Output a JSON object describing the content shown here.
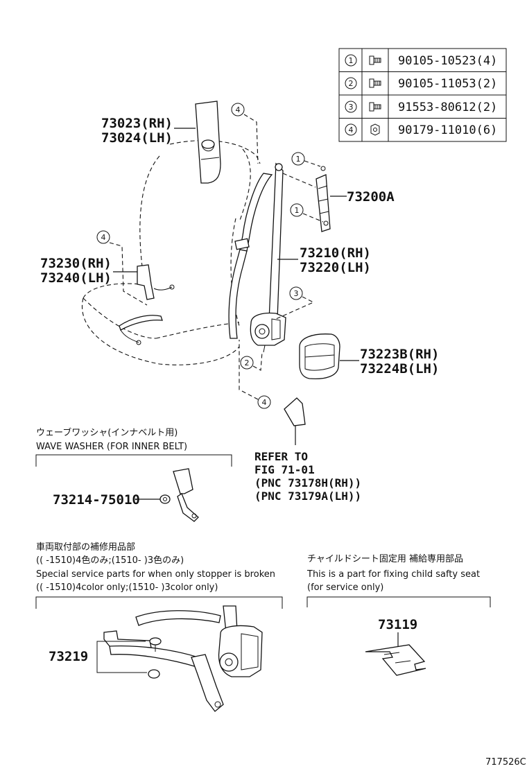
{
  "fastener_table": [
    {
      "ref": "1",
      "part": "90105-10523(4)",
      "icon": "bolt-icon"
    },
    {
      "ref": "2",
      "part": "90105-11053(2)",
      "icon": "bolt-icon"
    },
    {
      "ref": "3",
      "part": "91553-80612(2)",
      "icon": "bolt-icon"
    },
    {
      "ref": "4",
      "part": "90179-11010(6)",
      "icon": "nut-icon"
    }
  ],
  "labels": {
    "cover_rh": "73023(RH)",
    "cover_lh": "73024(LH)",
    "anchor": "73200A",
    "buckle_rh": "73230(RH)",
    "buckle_lh": "73240(LH)",
    "belt_rh": "73210(RH)",
    "belt_lh": "73220(LH)",
    "retractor_cover_rh": "73223B(RH)",
    "retractor_cover_lh": "73224B(LH)",
    "ref_1": "REFER TO",
    "ref_2": "FIG 71-01",
    "ref_3": "(PNC 73178H(RH))",
    "ref_4": "(PNC 73179A(LH))",
    "washer_jp": "ウェーブワッシャ(インナベルト用)",
    "washer_en": "WAVE WASHER (FOR INNER BELT)",
    "washer_part": "73214-75010",
    "service_jp_1": "車両取付部の補修用品部",
    "service_jp_2": "((        -1510)4色のみ;(1510-        )3色のみ)",
    "service_en_1": "Special service parts for when only stopper is broken",
    "service_en_2": "((        -1510)4color only;(1510-        )3color only)",
    "service_part": "73219",
    "child_jp": "チャイルドシート固定用  補給専用部品",
    "child_en_1": "This is a part for fixing child safty seat",
    "child_en_2": "(for service only)",
    "child_part": "73119",
    "fig_no": "717526C"
  },
  "callouts": {
    "c1": "1",
    "c2": "2",
    "c3": "3",
    "c4": "4"
  }
}
